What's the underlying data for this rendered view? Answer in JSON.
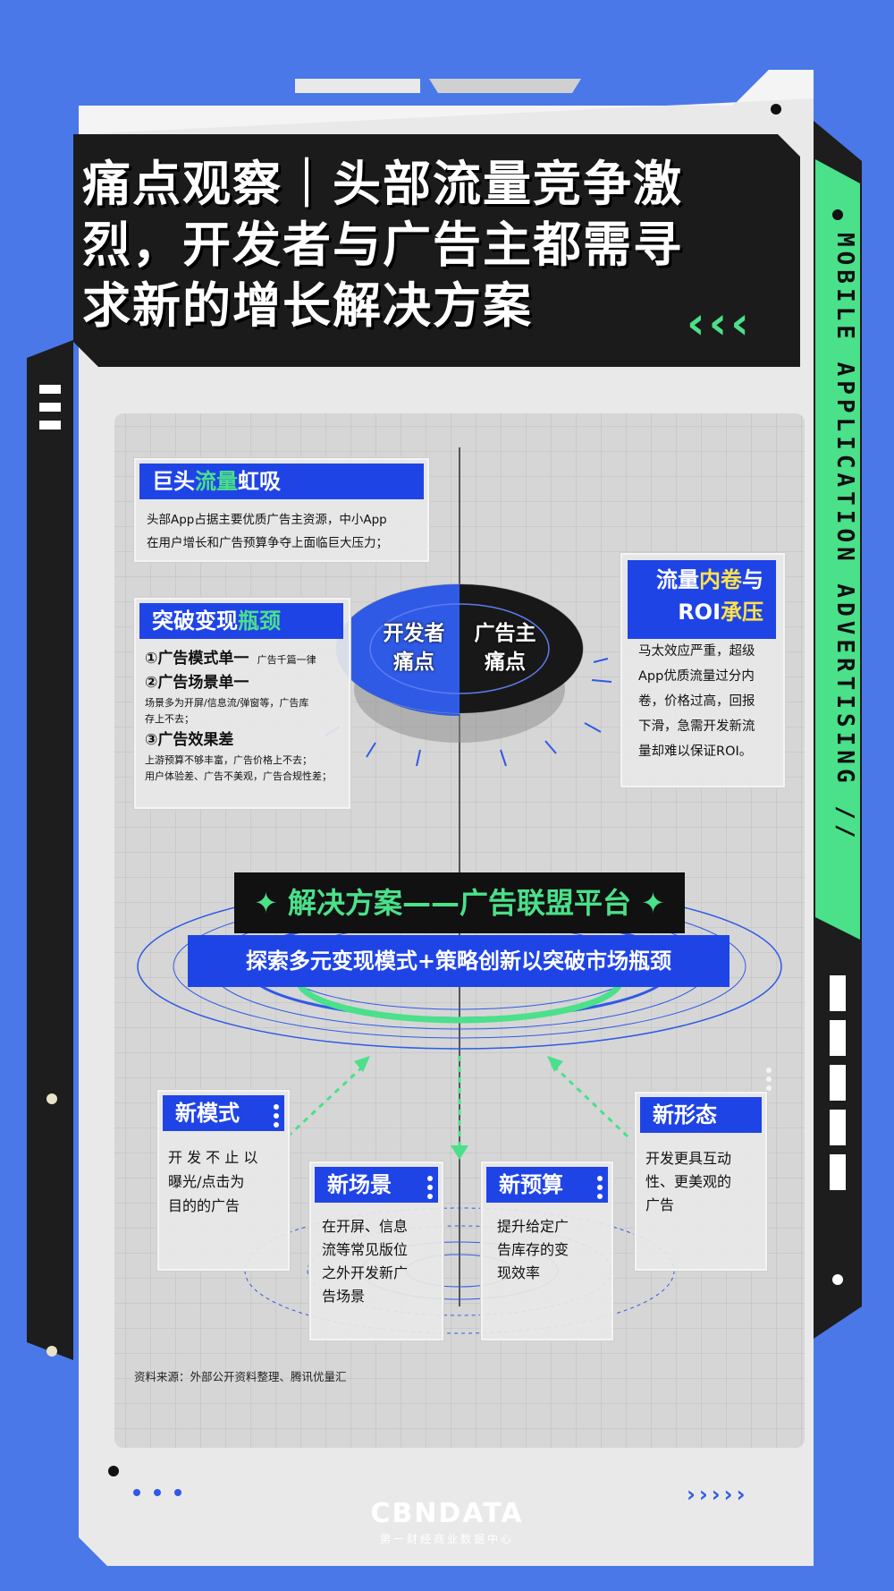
{
  "title_lines": [
    "痛点观察｜头部流量竞争激",
    "烈，开发者与广告主都需寻",
    "求新的增长解决方案"
  ],
  "side_text": "MOBILE APPLICATION ADVERTISING //",
  "cards": {
    "giant": {
      "title_a": "巨头",
      "title_hl": "流量",
      "title_b": "虹吸",
      "text_lines": [
        "头部App占据主要优质广告主资源，中小App",
        "在用户增长和广告预算争夺上面临巨大压力；"
      ]
    },
    "breakthrough": {
      "title_a": "突破变现",
      "title_hl": "瓶颈",
      "item1": "①广告模式单一",
      "item1_note": "广告千篇一律",
      "item2": "②广告场景单一",
      "item2_note1": "场景多为开屏/信息流/弹窗等，广告库",
      "item2_note2": "存上不去；",
      "item3": "③广告效果差",
      "item3_note1": "上游预算不够丰富，广告价格上不去；",
      "item3_note2": "用户体验差、广告不美观，广告合规性差；"
    },
    "roi": {
      "title_a": "流量",
      "title_hl1": "内卷",
      "title_b": "与",
      "title_c": "ROI",
      "title_hl2": "承压",
      "text_lines": [
        "马太效应严重，超级",
        "App优质流量过分内",
        "卷，价格过高，回报",
        "下滑，急需开发新流",
        "量却难以保证ROI。"
      ]
    }
  },
  "center": {
    "left_line1": "开发者",
    "left_line2": "痛点",
    "right_line1": "广告主",
    "right_line2": "痛点"
  },
  "solution": {
    "banner": "✦ 解决方案——广告联盟平台 ✦",
    "sub": "探索多元变现模式+策略创新以突破市场瓶颈"
  },
  "modes": [
    {
      "title": "新模式",
      "lines": [
        "开 发 不 止 以",
        "曝光/点击为",
        "目的的广告"
      ]
    },
    {
      "title": "新场景",
      "lines": [
        "在开屏、信息",
        "流等常见版位",
        "之外开发新广",
        "告场景"
      ]
    },
    {
      "title": "新预算",
      "lines": [
        "提升给定广",
        "告库存的变",
        "现效率"
      ]
    },
    {
      "title": "新形态",
      "lines": [
        "开发更具互动",
        "性、更美观的",
        "广告"
      ]
    }
  ],
  "source": "资料来源：外部公开资料整理、腾讯优量汇",
  "logo": {
    "main": "CBNDATA",
    "sub": "第一财经商业数据中心"
  },
  "chevrons": "›››››",
  "title_chevrons": "‹‹‹",
  "colors": {
    "bg": "#4a78e8",
    "accent_blue": "#1f44e6",
    "accent_green": "#4be08a",
    "yellow": "#ffe24a",
    "dark": "#1b1b1b"
  }
}
